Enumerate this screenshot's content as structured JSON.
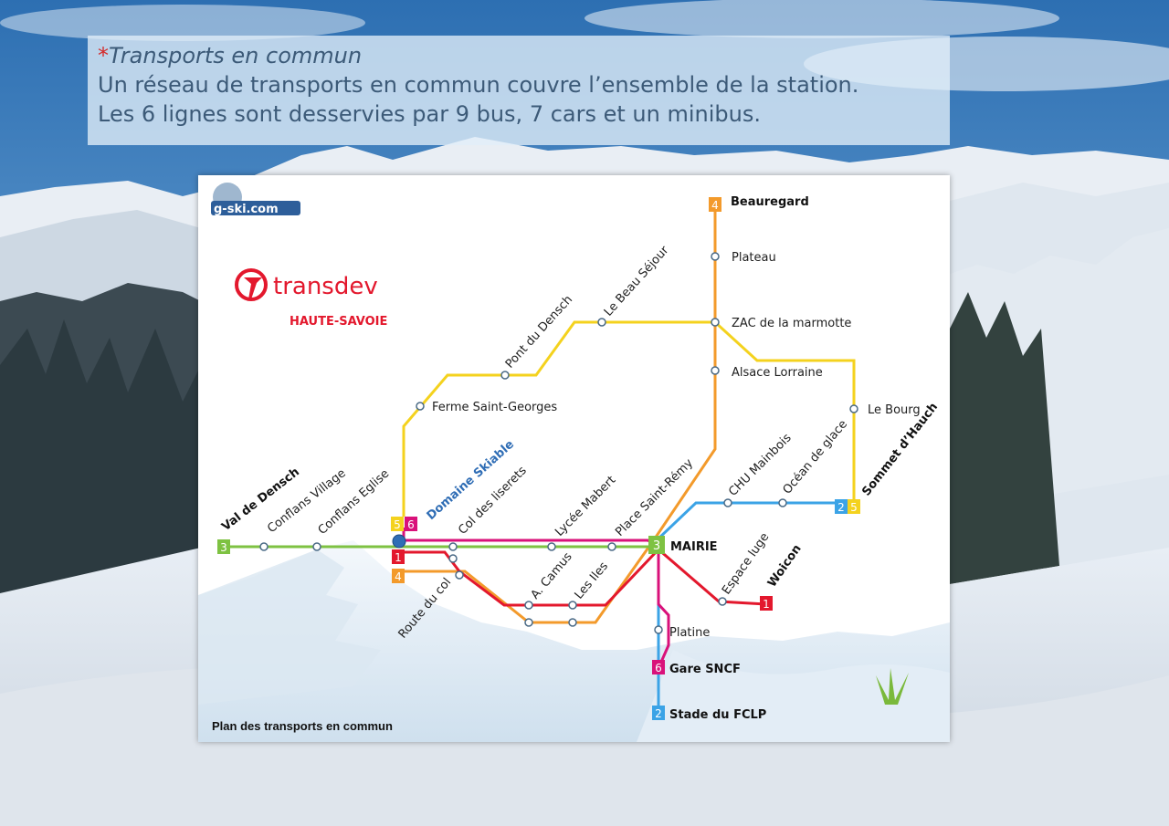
{
  "caption": {
    "star": "*",
    "title": "Transports en commun",
    "line1": "Un réseau de transports en commun couvre l’ensemble de la station.",
    "line2": "Les 6 lignes sont desservies par 9 bus, 7 cars et un minibus."
  },
  "map": {
    "logo_small": "g-ski.com",
    "brand": "transdev",
    "brand_sub": "HAUTE-SAVOIE",
    "footer": "Plan des transports en commun",
    "domaine": "Domaine Skiable",
    "stations": {
      "beauregard": "Beauregard",
      "plateau": "Plateau",
      "zac": "ZAC de la marmotte",
      "alsace": "Alsace Lorraine",
      "lebourg": "Le Bourg",
      "sommet": "Sommet d’Hauch",
      "ocean": "Océan de glace",
      "chu": "CHU Mainbois",
      "mairie": "MAIRIE",
      "espace": "Espace luge",
      "woicon": "Woicon",
      "platine": "Platine",
      "gare": "Gare SNCF",
      "stade": "Stade du FCLP",
      "lebeau": "Le Beau Séjour",
      "pontdensch": "Pont du Densch",
      "ferme": "Ferme Saint-Georges",
      "valdensch": "Val de Densch",
      "conflansv": "Conflans Village",
      "conflanse": "Conflans Eglise",
      "colliserets": "Col des liserets",
      "lycee": "Lycée Mabert",
      "placesr": "Place Saint-Rémy",
      "routecol": "Route du col",
      "acamus": "A. Camus",
      "lesiles": "Les Iles"
    },
    "line_numbers": {
      "l1": "1",
      "l2": "2",
      "l3": "3",
      "l4": "4",
      "l5": "5",
      "l6": "6"
    },
    "colors": {
      "line1": "#e3182d",
      "line2": "#3ba3e6",
      "line3": "#7ec242",
      "line4": "#f39a2b",
      "line5": "#f4d21e",
      "line6": "#d9117a",
      "domaine": "#2f6db5"
    }
  }
}
